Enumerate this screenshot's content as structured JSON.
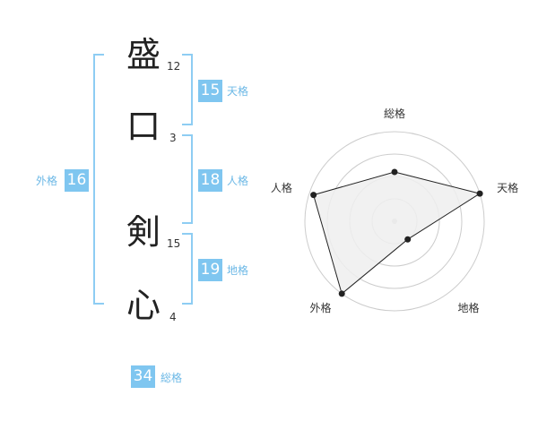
{
  "name": {
    "chars": [
      {
        "char": "盛",
        "strokes": "12"
      },
      {
        "char": "口",
        "strokes": "3"
      },
      {
        "char": "剣",
        "strokes": "15"
      },
      {
        "char": "心",
        "strokes": "4"
      }
    ]
  },
  "fortunes": {
    "tenkaku": {
      "value": "15",
      "label": "天格"
    },
    "jinkaku": {
      "value": "18",
      "label": "人格"
    },
    "chikaku": {
      "value": "19",
      "label": "地格"
    },
    "gaikaku": {
      "value": "16",
      "label": "外格"
    },
    "soukaku": {
      "value": "34",
      "label": "総格"
    }
  },
  "colors": {
    "accent": "#7fc6f0",
    "bracket": "#8ecdf3",
    "grid": "#cccccc",
    "fill": "#eeeeee"
  },
  "chart_data": {
    "type": "radar",
    "axes": [
      "総格",
      "天格",
      "地格",
      "外格",
      "人格"
    ],
    "rings": 4,
    "values": [
      0.55,
      1.0,
      0.25,
      1.0,
      0.95
    ]
  }
}
